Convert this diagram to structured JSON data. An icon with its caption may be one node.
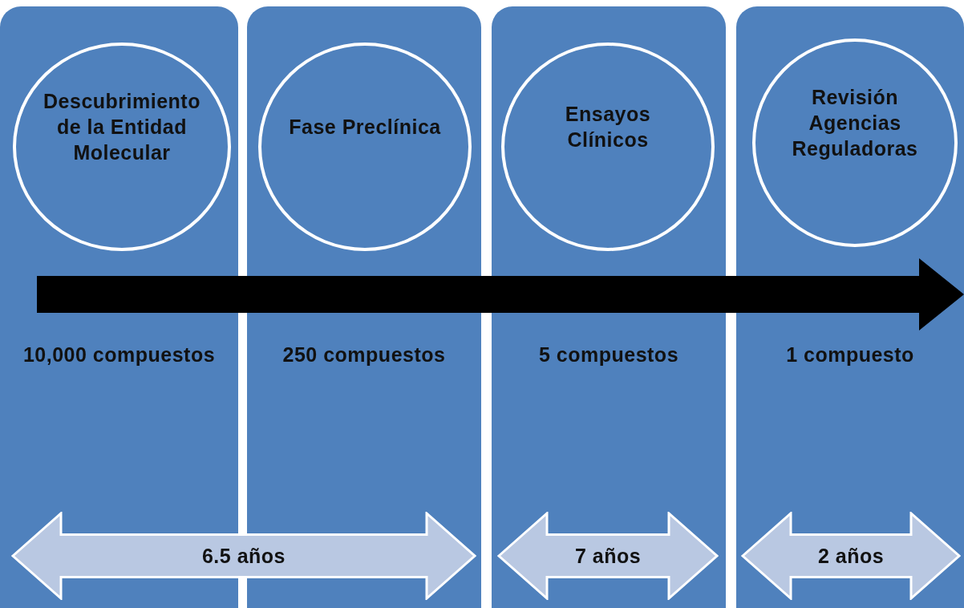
{
  "diagram": {
    "nodes": [
      {
        "text": [
          "10,000 compuestos"
        ]
      },
      {
        "text": [
          "Descubrimiento de la Entidad Molecular"
        ],
        "in": 0
      },
      {
        "text": [
          "250 compuestos"
        ]
      },
      {
        "text": [
          "Fase Preclínica"
        ],
        "in": 2
      },
      {
        "text": [
          "5 compuestos"
        ]
      },
      {
        "text": [
          "Ensayos Clínicos"
        ],
        "in": 4
      },
      {
        "text": [
          "1 compuesto"
        ]
      },
      {
        "text": [
          "Revisión Agencias Reguladoras"
        ],
        "in": 6
      },
      {
        "text": [
          "6.5 años"
        ]
      },
      {
        "text": [
          "7 años"
        ],
        "in": 4
      },
      {
        "text": [
          "2 años"
        ],
        "in": 6
      }
    ],
    "edges": []
  }
}
